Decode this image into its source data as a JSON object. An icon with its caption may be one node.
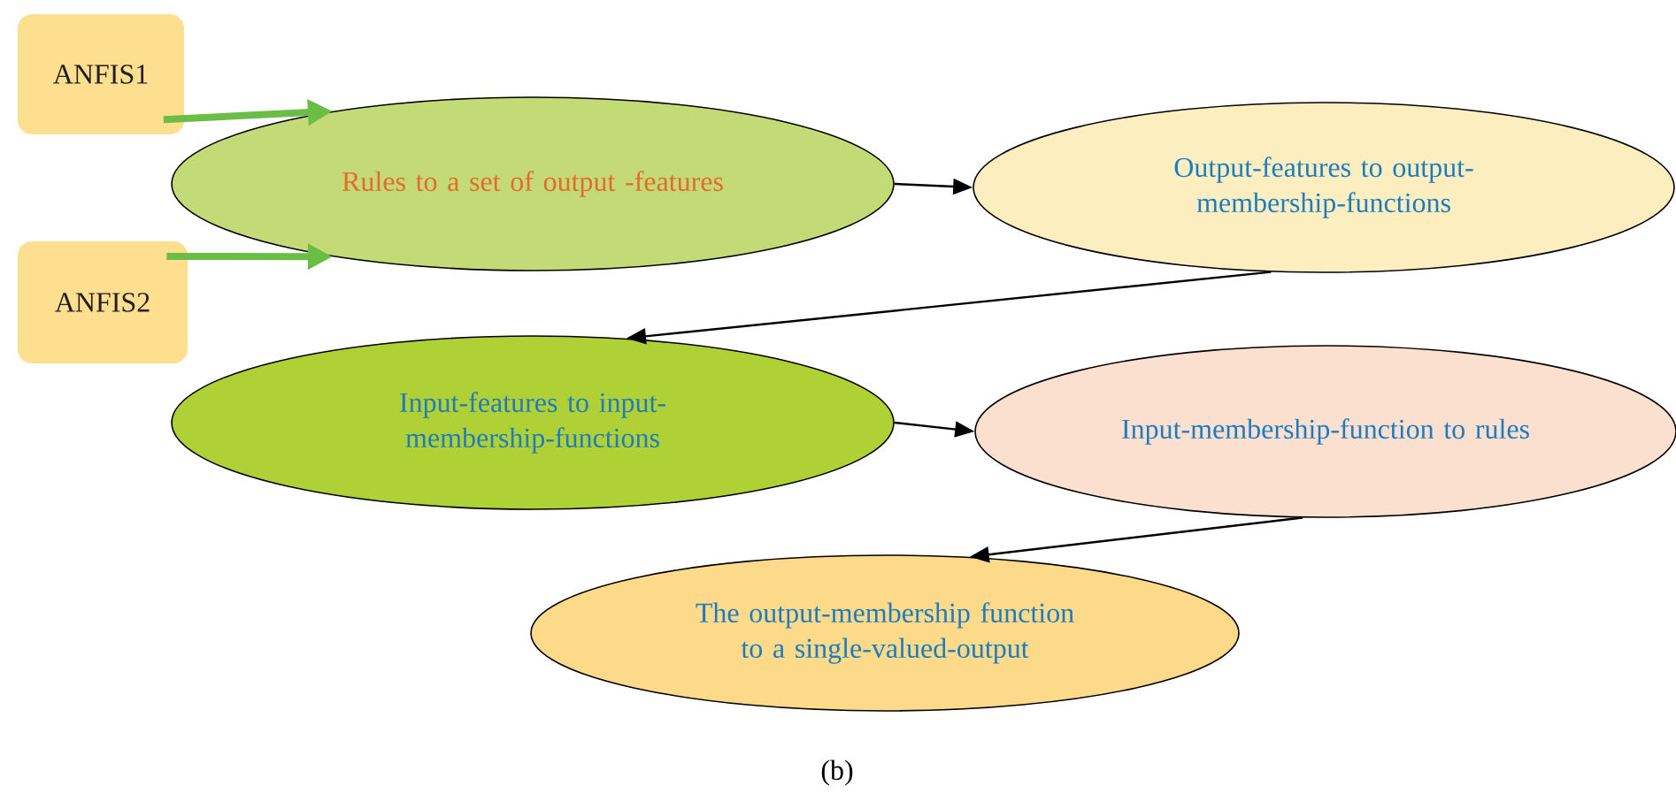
{
  "diagram": {
    "caption": "(b)",
    "nodes": [
      {
        "text": [
          "ANFIS1"
        ]
      },
      {
        "text": [
          "ANFIS2"
        ]
      },
      {
        "text": [
          "Rules to a set of output -features"
        ]
      },
      {
        "text": [
          "Output-features to output-membership-functions"
        ]
      },
      {
        "text": [
          "Input-features to input-membership-functions"
        ]
      },
      {
        "text": [
          "Input-membership-function to rules"
        ]
      },
      {
        "text": [
          "The output-membership function to a single-valued-output"
        ]
      }
    ],
    "edges": [
      {
        "from": 0,
        "to": 2,
        "arrow": "to",
        "style": "thick",
        "color": "#6abd45"
      },
      {
        "from": 1,
        "to": 2,
        "arrow": "to",
        "style": "thick",
        "color": "#6abd45"
      },
      {
        "from": 2,
        "to": 3,
        "arrow": "to"
      },
      {
        "from": 3,
        "to": 4,
        "arrow": "to"
      },
      {
        "from": 4,
        "to": 5,
        "arrow": "to"
      },
      {
        "from": 5,
        "to": 6,
        "arrow": "to"
      }
    ]
  }
}
